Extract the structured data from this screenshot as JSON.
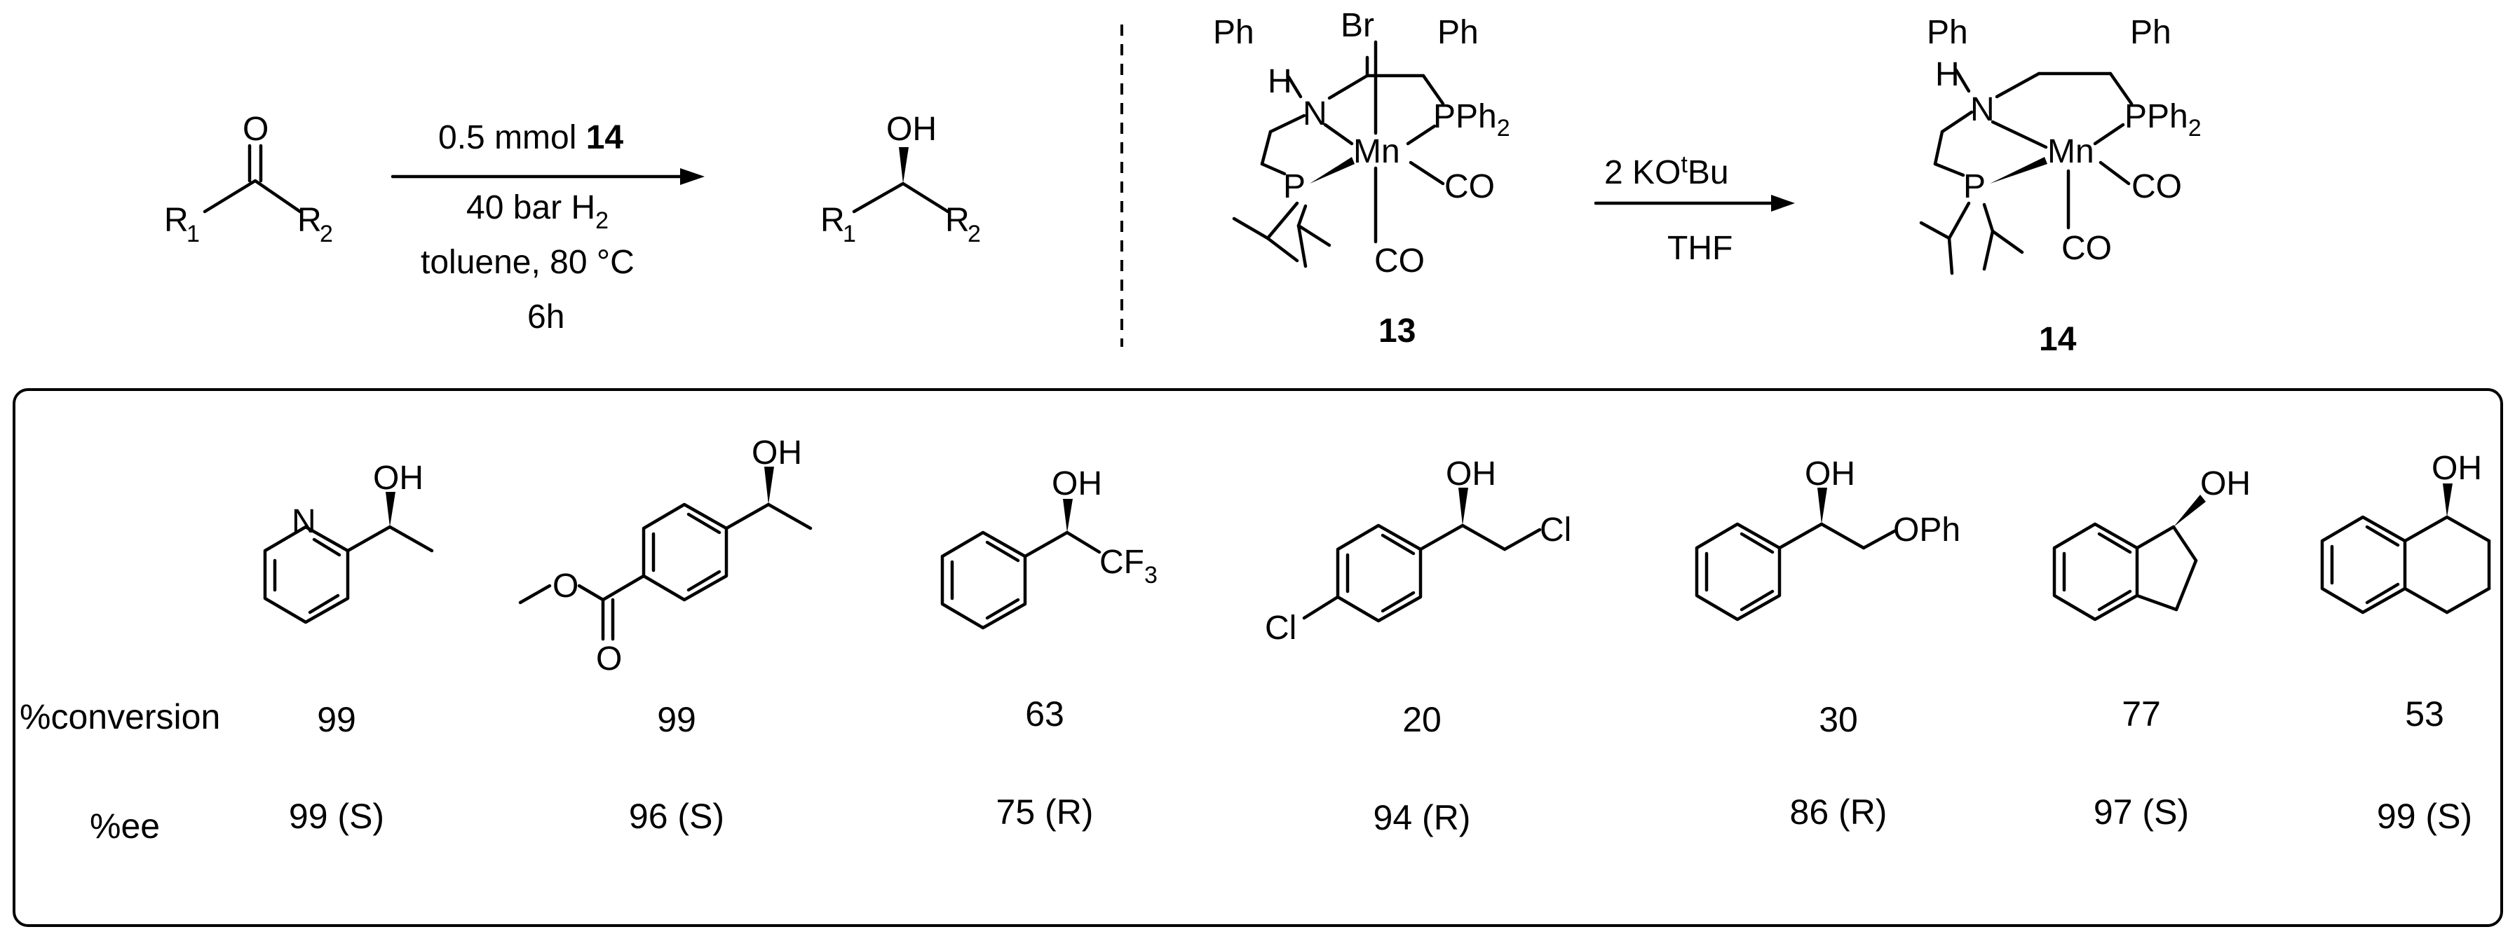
{
  "reaction1": {
    "conditions": {
      "line1_prefix": "0.5 mmol ",
      "line1_bold": "14",
      "line2_prefix": "40 bar H",
      "line2_sub": "2",
      "line3": "toluene, 80 °C",
      "line4": "6h"
    },
    "substrate": {
      "o": "O",
      "r1": "R",
      "r1_sub": "1",
      "r2": "R",
      "r2_sub": "2"
    },
    "product": {
      "oh": "OH",
      "r1": "R",
      "r1_sub": "1",
      "r2": "R",
      "r2_sub": "2"
    }
  },
  "reaction2": {
    "reagent_prefix": "2 KO",
    "reagent_sup": "t",
    "reagent_suffix": "Bu",
    "solvent": "THF",
    "complex13": {
      "label": "13",
      "atoms": {
        "ph1": "Ph",
        "br": "Br",
        "ph2": "Ph",
        "h": "H",
        "n": "N",
        "pph2": "PPh",
        "pph2_sub": "2",
        "mn": "Mn",
        "p": "P",
        "co1": "CO",
        "co2": "CO"
      }
    },
    "complex14": {
      "label": "14",
      "atoms": {
        "ph1": "Ph",
        "ph2": "Ph",
        "h": "H",
        "n": "N",
        "pph2": "PPh",
        "pph2_sub": "2",
        "mn": "Mn",
        "p": "P",
        "co1": "CO",
        "co2": "CO"
      }
    }
  },
  "table": {
    "row_labels": {
      "conversion": "%conversion",
      "ee": "%ee"
    },
    "products": [
      {
        "atoms": {
          "n": "N",
          "oh": "OH"
        },
        "conversion": "99",
        "ee": "99 (S)"
      },
      {
        "atoms": {
          "oh": "OH",
          "o1": "O",
          "o2": "O"
        },
        "conversion": "99",
        "ee": "96 (S)"
      },
      {
        "atoms": {
          "oh": "OH",
          "cf": "CF",
          "cf_sub": "3"
        },
        "conversion": "63",
        "ee": "75 (R)"
      },
      {
        "atoms": {
          "oh": "OH",
          "cl1": "Cl",
          "cl2": "Cl"
        },
        "conversion": "20",
        "ee": "94 (R)"
      },
      {
        "atoms": {
          "oh": "OH",
          "oph": "OPh"
        },
        "conversion": "30",
        "ee": "86 (R)"
      },
      {
        "atoms": {
          "oh": "OH"
        },
        "conversion": "77",
        "ee": "97 (S)"
      },
      {
        "atoms": {
          "oh": "OH"
        },
        "conversion": "53",
        "ee": "99 (S)"
      }
    ]
  }
}
